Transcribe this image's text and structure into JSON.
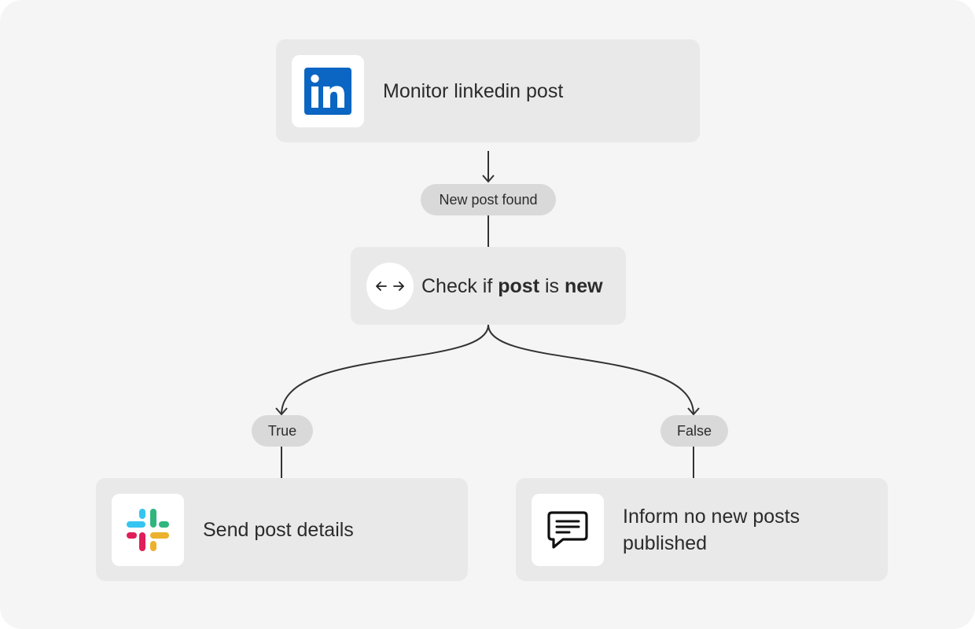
{
  "flow": {
    "trigger": {
      "label": "Monitor linkedin post",
      "icon": "linkedin-icon",
      "brand_color": "#0a66c2"
    },
    "edge1_label": "New post found",
    "condition": {
      "prefix": "Check if ",
      "bold1": "post",
      "middle": " is ",
      "bold2": "new",
      "icon": "arrows-left-right-icon"
    },
    "branch_true": {
      "label": "True",
      "action": {
        "label": "Send post details",
        "icon": "slack-icon"
      }
    },
    "branch_false": {
      "label": "False",
      "action": {
        "label": "Inform no new posts published",
        "icon": "message-icon"
      }
    }
  }
}
